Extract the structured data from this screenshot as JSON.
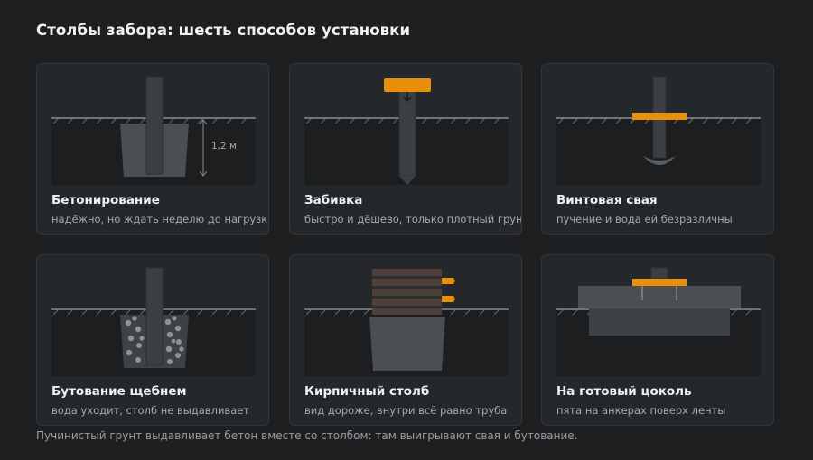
{
  "title": "Столбы забора: шесть способов установки",
  "depth_label": "1,2 м",
  "colors": {
    "background": "#1d1f21",
    "card": "#25282b",
    "soil": "#1c1e20",
    "post": "#3b3e42",
    "concrete": "#4b4e52",
    "accent": "#e8900c",
    "brick": "#4e4038"
  },
  "methods": [
    {
      "id": "concrete",
      "title": "Бетонирование",
      "subtitle": "надёжно, но ждать неделю до нагрузки"
    },
    {
      "id": "driven",
      "title": "Забивка",
      "subtitle": "быстро и дёшево, только плотный грунт"
    },
    {
      "id": "screw",
      "title": "Винтовая свая",
      "subtitle": "пучение и вода ей безразличны"
    },
    {
      "id": "rubble",
      "title": "Бутование щебнем",
      "subtitle": "вода уходит, столб не выдавливает"
    },
    {
      "id": "brick",
      "title": "Кирпичный столб",
      "subtitle": "вид дороже, внутри всё равно труба"
    },
    {
      "id": "plinth",
      "title": "На готовый цоколь",
      "subtitle": "пята на анкерах поверх ленты"
    }
  ],
  "footnote": "Пучинистый грунт выдавливает бетон вместе со столбом: там выигрывают свая и бутование."
}
